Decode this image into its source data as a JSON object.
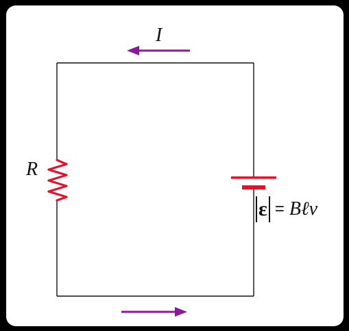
{
  "diagram": {
    "labels": {
      "current": "I",
      "resistor": "R",
      "emf_symbol": "ε",
      "equals": "=",
      "emf_expression": "Bℓv"
    },
    "colors": {
      "background": "#ffffff",
      "frame": "#000000",
      "wire": "#111111",
      "resistor": "#e3122a",
      "battery": "#e3122a",
      "current_arrow": "#8a1a9b"
    },
    "current_arrows": {
      "top": "left",
      "bottom": "right"
    },
    "components": [
      "resistor",
      "battery",
      "wire-loop"
    ]
  }
}
